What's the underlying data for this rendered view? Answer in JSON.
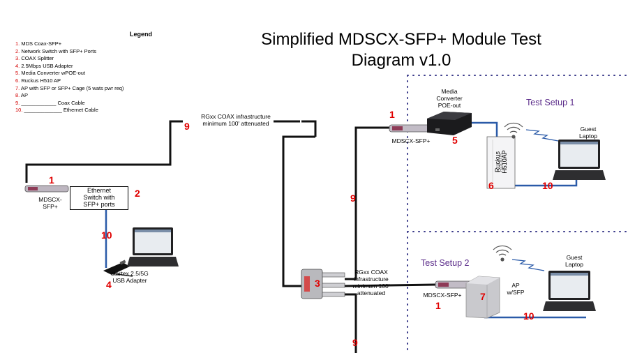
{
  "title_line1": "Simplified MDSCX-SFP+ Module Test",
  "title_line2": "Diagram v1.0",
  "legend": {
    "title": "Legend",
    "items": [
      {
        "num": "1.",
        "text": " MDS Coax-SFP+"
      },
      {
        "num": "2.",
        "text": "  Network Switch with SFP+ Ports"
      },
      {
        "num": "3.",
        "text": " COAX Splitter"
      },
      {
        "num": "4.",
        "text": " 2.5Mbps USB Adapter"
      },
      {
        "num": "5.",
        "text": " Media Converter wPOE-out"
      },
      {
        "num": "6.",
        "text": " Ruckus H510 AP"
      },
      {
        "num": "7.",
        "text": " AP with SFP or SFP+ Cage (5 wats pwr req)"
      },
      {
        "num": "8.",
        "text": " AP"
      },
      {
        "num": "9.",
        "text": " ____________ Coax Cable"
      },
      {
        "num": "10.",
        "text": " _____________ Ethernet Cable"
      }
    ]
  },
  "labels": {
    "coax_top": "RGxx COAX infrastructure minimum  100' attenuated",
    "coax_split_1": "RGxx COAX",
    "coax_split_2": "infrastructure",
    "coax_split_3": "minimum  100'",
    "coax_split_4": "attenuated",
    "mdscx_left_1": "MDSCX-",
    "mdscx_left_2": "SFP+",
    "switch_1": "Ethernet",
    "switch_2": "Switch with",
    "switch_3": "SFP+ ports",
    "usb_1": "startex 2.5/5G",
    "usb_2": "USB Adapter",
    "mdscx_top": "MDSCX-SFP+",
    "mdscx_bottom": "MDSCX-SFP+",
    "media_1": "Media",
    "media_2": "Converter",
    "media_3": "POE-out",
    "ruckus_1": "Ruckus",
    "ruckus_2": "H510AP",
    "ruckus_logo": "Ruckus",
    "ap_1": "AP",
    "ap_2": "w/SFP",
    "guest1_1": "Guest",
    "guest1_2": "Laptop",
    "guest2_1": "Guest",
    "guest2_2": "Laptop",
    "setup1": "Test Setup 1",
    "setup2": "Test Setup 2"
  },
  "numbers": {
    "n1_left": "1",
    "n2": "2",
    "n10_left": "10",
    "n4": "4",
    "n9_top": "9",
    "n3": "3",
    "n9_mid": "9",
    "n9_bottom": "9",
    "n1_top": "1",
    "n5": "5",
    "n6": "6",
    "n10_top": "10",
    "n1_bottom": "1",
    "n7": "7",
    "n10_bottom": "10"
  },
  "colors": {
    "accent_red": "#e00000",
    "setup_purple": "#5b2c8a",
    "ethernet_blue": "#2a5aa8",
    "boundary_dots": "#3a3a8a"
  }
}
